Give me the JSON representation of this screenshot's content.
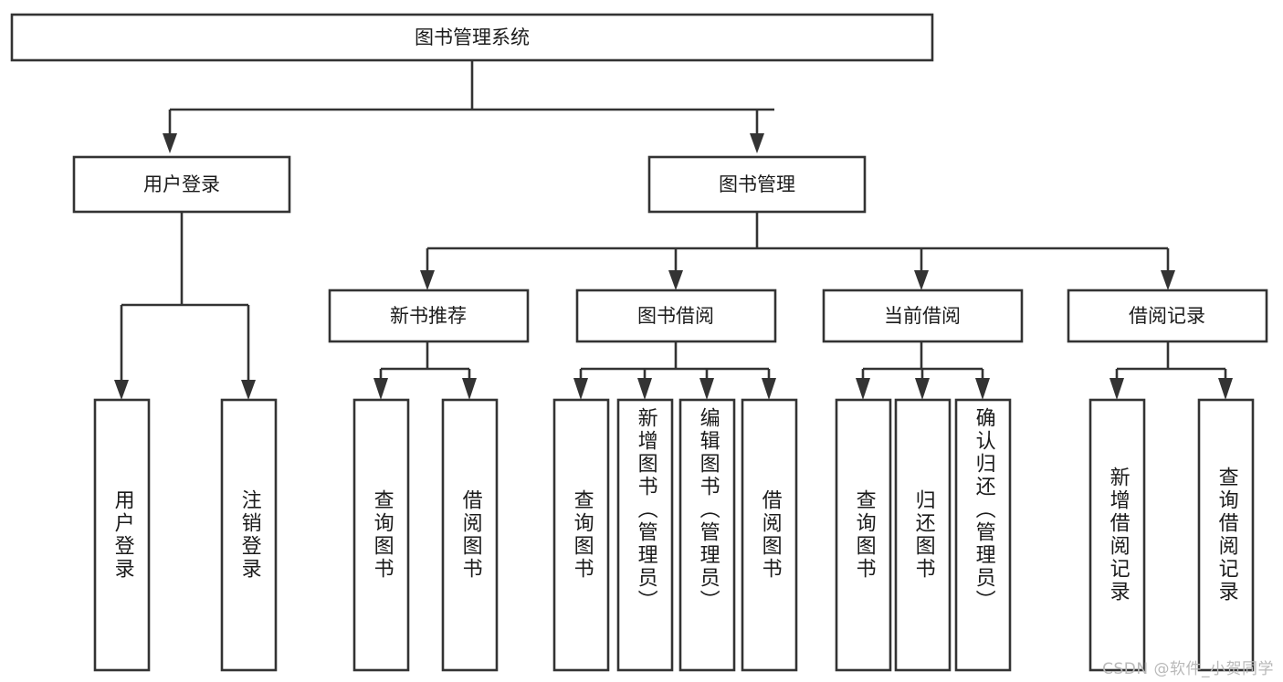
{
  "diagram": {
    "type": "tree-hierarchy",
    "title": "图书管理系统",
    "root": {
      "label": "图书管理系统"
    },
    "level2": [
      {
        "id": "user-login",
        "label": "用户登录"
      },
      {
        "id": "book-manage",
        "label": "图书管理"
      }
    ],
    "level3": [
      {
        "id": "new-book-rec",
        "label": "新书推荐",
        "parent": "book-manage"
      },
      {
        "id": "book-borrow",
        "label": "图书借阅",
        "parent": "book-manage"
      },
      {
        "id": "current-borrow",
        "label": "当前借阅",
        "parent": "book-manage"
      },
      {
        "id": "borrow-record",
        "label": "借阅记录",
        "parent": "book-manage"
      }
    ],
    "leaves": [
      {
        "id": "leaf-user-login",
        "label": "用户登录",
        "parent": "user-login"
      },
      {
        "id": "leaf-user-logout",
        "label": "注销登录",
        "parent": "user-login"
      },
      {
        "id": "leaf-query-book-1",
        "label": "查询图书",
        "parent": "new-book-rec"
      },
      {
        "id": "leaf-borrow-book-1",
        "label": "借阅图书",
        "parent": "new-book-rec"
      },
      {
        "id": "leaf-query-book-2",
        "label": "查询图书",
        "parent": "book-borrow"
      },
      {
        "id": "leaf-add-book",
        "label": "新增图书（管理员）",
        "parent": "book-borrow"
      },
      {
        "id": "leaf-edit-book",
        "label": "编辑图书（管理员）",
        "parent": "book-borrow"
      },
      {
        "id": "leaf-borrow-book-2",
        "label": "借阅图书",
        "parent": "book-borrow"
      },
      {
        "id": "leaf-query-book-3",
        "label": "查询图书",
        "parent": "current-borrow"
      },
      {
        "id": "leaf-return-book",
        "label": "归还图书",
        "parent": "current-borrow"
      },
      {
        "id": "leaf-confirm-return",
        "label": "确认归还（管理员）",
        "parent": "current-borrow"
      },
      {
        "id": "leaf-add-record",
        "label": "新增借阅记录",
        "parent": "borrow-record"
      },
      {
        "id": "leaf-query-record",
        "label": "查询借阅记录",
        "parent": "borrow-record"
      }
    ]
  },
  "colors": {
    "box_stroke": "#333333",
    "box_fill": "#ffffff",
    "text": "#1b1b1b",
    "watermark": "#b9b9b9",
    "background": "#ffffff"
  },
  "watermark": {
    "text": "CSDN @软件_小贺同学"
  }
}
